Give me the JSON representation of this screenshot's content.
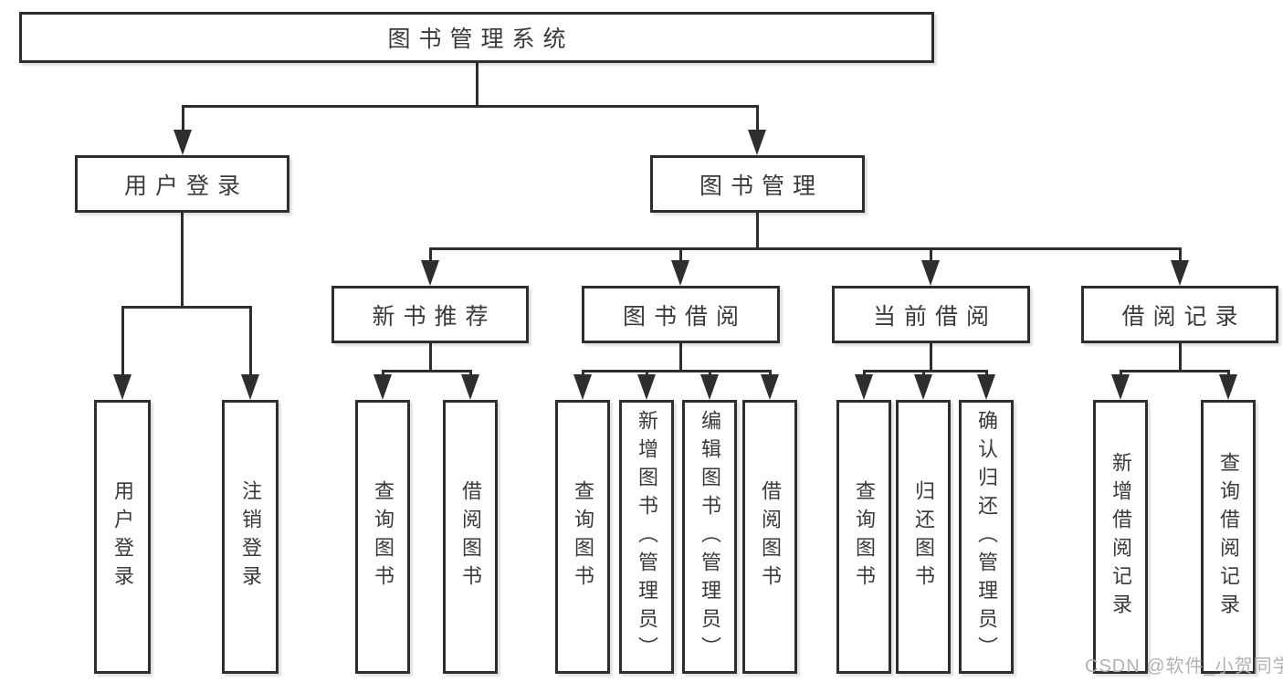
{
  "diagram": {
    "root": {
      "label": "图书管理系统"
    },
    "user_login": {
      "label": "用户登录",
      "children": [
        {
          "label": "用户登录"
        },
        {
          "label": "注销登录"
        }
      ]
    },
    "book_management": {
      "label": "图书管理",
      "children": [
        {
          "label": "新书推荐",
          "children": [
            {
              "label": "查询图书"
            },
            {
              "label": "借阅图书"
            }
          ]
        },
        {
          "label": "图书借阅",
          "children": [
            {
              "label": "查询图书"
            },
            {
              "label": "新增图书（管理员）"
            },
            {
              "label": "编辑图书（管理员）"
            },
            {
              "label": "借阅图书"
            }
          ]
        },
        {
          "label": "当前借阅",
          "children": [
            {
              "label": "查询图书"
            },
            {
              "label": "归还图书"
            },
            {
              "label": "确认归还（管理员）"
            }
          ]
        },
        {
          "label": "借阅记录",
          "children": [
            {
              "label": "新增借阅记录"
            },
            {
              "label": "查询借阅记录"
            }
          ]
        }
      ]
    }
  },
  "watermark": {
    "text": "CSDN @软件_小贺同学"
  },
  "colors": {
    "line": "#2e2e2e",
    "text": "#3a3a3a",
    "watermark": "#aeaeae",
    "background": "#ffffff"
  }
}
